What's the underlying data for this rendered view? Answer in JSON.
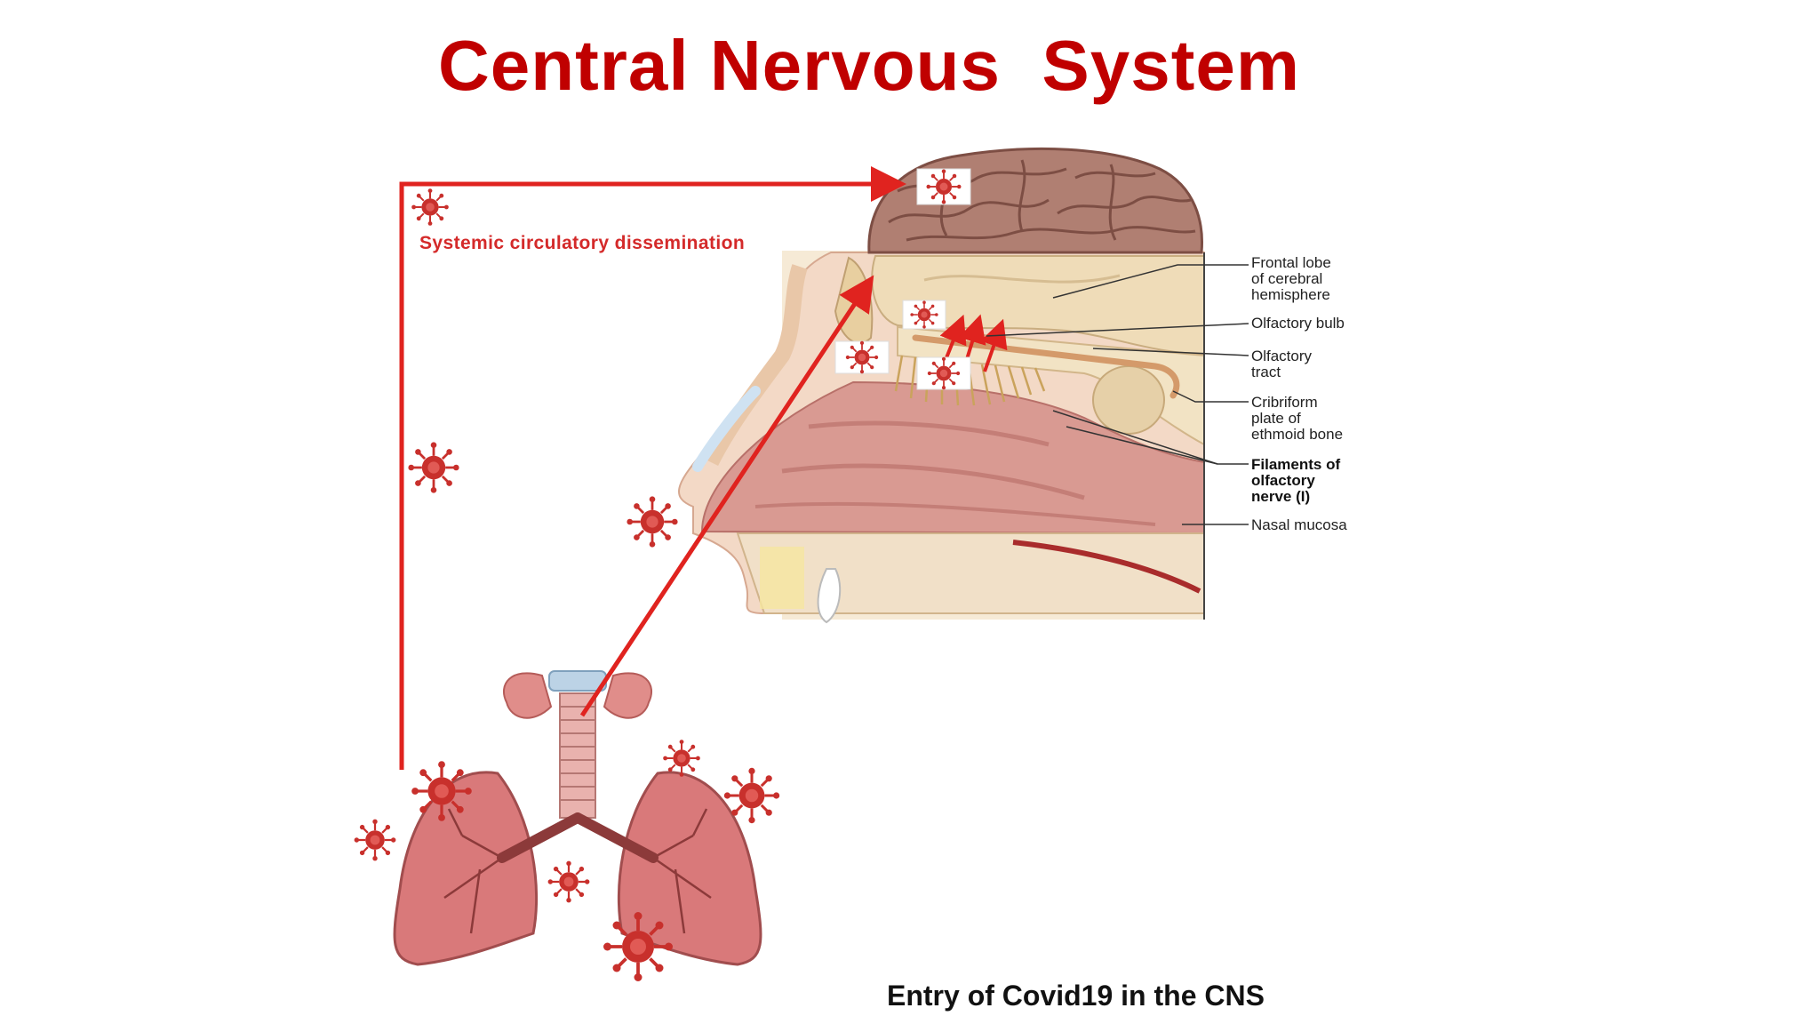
{
  "title": "Central Nervous  System",
  "caption": "Entry of Covid19 in the CNS",
  "pathway_label": "Systemic circulatory dissemination",
  "anatomy_labels": [
    {
      "id": "frontal-lobe",
      "text": "Frontal lobe\nof cerebral\nhemisphere",
      "bold": false
    },
    {
      "id": "olfactory-bulb",
      "text": "Olfactory bulb",
      "bold": false
    },
    {
      "id": "olfactory-tract",
      "text": "Olfactory\ntract",
      "bold": false
    },
    {
      "id": "cribriform-plate",
      "text": "Cribriform\nplate of\nethmoid bone",
      "bold": false
    },
    {
      "id": "filaments",
      "text": "Filaments of\nolfactory\nnerve (I)",
      "bold": true
    },
    {
      "id": "nasal-mucosa",
      "text": "Nasal mucosa",
      "bold": false
    }
  ],
  "colors": {
    "title": "#c00000",
    "arrow": "#e0231f",
    "virus": "#c8302c",
    "brain": "#b07f72",
    "lobe": "#efdcb8",
    "mucosa": "#d99a92",
    "lung": "#d9797a",
    "bone": "#f2e3c4"
  }
}
